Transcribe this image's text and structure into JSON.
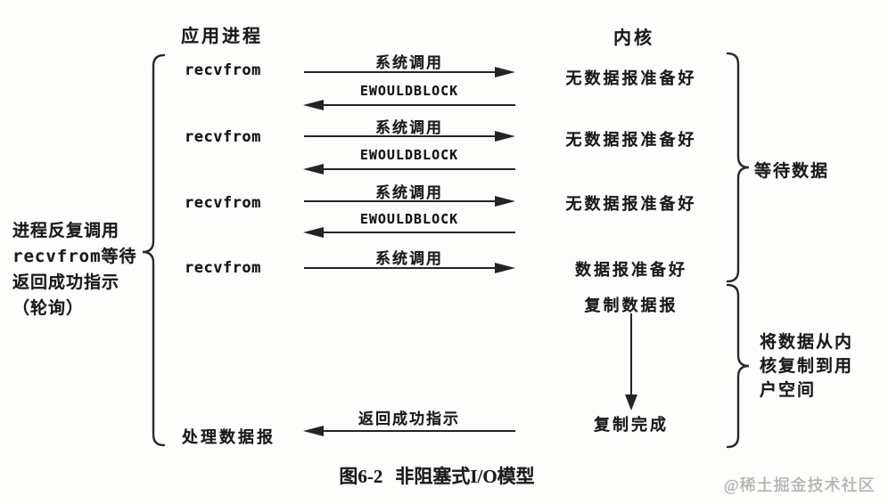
{
  "titles": {
    "app": "应用进程",
    "kernel": "内核"
  },
  "annotation": {
    "lines": [
      "进程反复调用",
      "recvfrom等待",
      "返回成功指示",
      "（轮询）"
    ]
  },
  "rows": [
    {
      "call": "recvfrom",
      "syscall": "系统调用",
      "reply": "EWOULDBLOCK",
      "state": "无数据报准备好"
    },
    {
      "call": "recvfrom",
      "syscall": "系统调用",
      "reply": "EWOULDBLOCK",
      "state": "无数据报准备好"
    },
    {
      "call": "recvfrom",
      "syscall": "系统调用",
      "reply": "EWOULDBLOCK",
      "state": "无数据报准备好"
    },
    {
      "call": "recvfrom",
      "syscall": "系统调用",
      "state": "数据报准备好"
    }
  ],
  "copy_phase": {
    "copy_label": "复制数据报",
    "done_label": "复制完成",
    "return_label": "返回成功指示",
    "process_label": "处理数据报"
  },
  "braces": {
    "wait_label": "等待数据",
    "copy_lines": [
      "将数据从内",
      "核复制到用",
      "户空间"
    ]
  },
  "caption": {
    "fig": "图6-2",
    "title": "非阻塞式I/O模型"
  },
  "watermark": "@稀土掘金技术社区"
}
